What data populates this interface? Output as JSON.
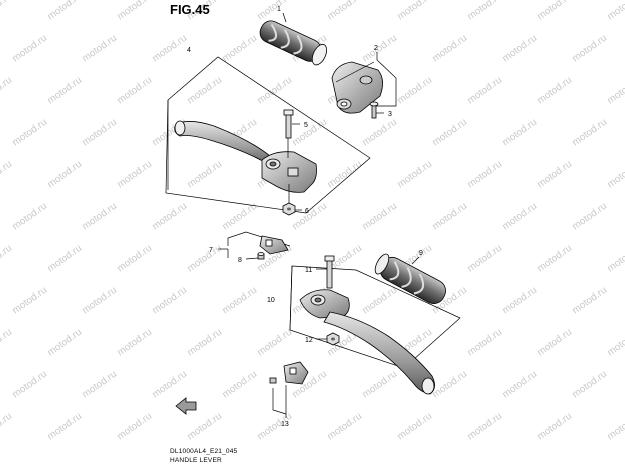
{
  "figure": {
    "title": "FIG.45",
    "model_code": "DL1000AL4_E21_045",
    "caption": "HANDLE LEVER"
  },
  "callouts": [
    "1",
    "2",
    "3",
    "4",
    "5",
    "6",
    "7",
    "8",
    "9",
    "10",
    "11",
    "12",
    "13"
  ],
  "watermark": "motod.ru"
}
